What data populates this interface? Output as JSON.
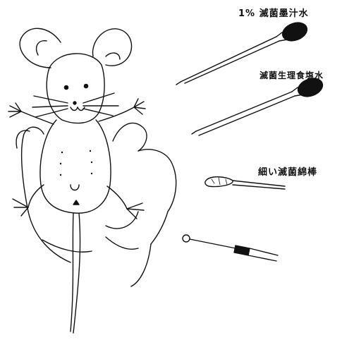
{
  "labels": {
    "dropper_1": "1% 滅菌墨汁水",
    "dropper_2": "滅菌生理食塩水",
    "swab": "細い滅菌綿棒",
    "loop": ""
  }
}
